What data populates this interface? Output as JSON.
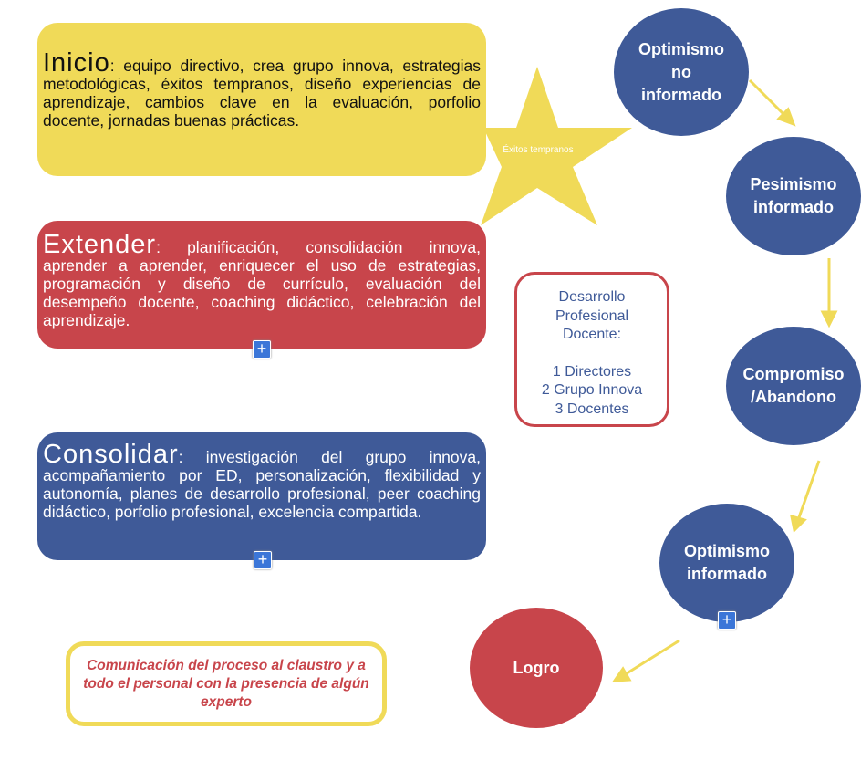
{
  "inicio": {
    "title": "Inicio",
    "text": ": equipo directivo, crea grupo innova, estrategias metodológicas, éxitos tempranos, diseño experiencias de aprendizaje, cambios clave en la evaluación, porfolio docente, jornadas buenas prácticas."
  },
  "star": {
    "label": "Éxitos tempranos"
  },
  "extender": {
    "title": "Extender",
    "text": ": planificación, consolidación innova, aprender a aprender, enriquecer el uso de estrategias, programación y diseño de currículo, evaluación del desempeño docente, coaching didáctico, celebración del aprendizaje."
  },
  "consolidar": {
    "title": "Consolidar",
    "text": ": investigación del grupo innova, acompañamiento por ED, personalización, flexibilidad y autonomía, planes de desarrollo profesional, peer coaching didáctico, porfolio profesional, excelencia compartida."
  },
  "desarrollo": {
    "title": "Desarrollo Profesional Docente:",
    "items": [
      "1 Directores",
      "2 Grupo Innova",
      "3 Docentes"
    ]
  },
  "comunicacion": "Comunicación del proceso al claustro y a todo el personal con la presencia de algún experto",
  "cycle": [
    "Optimismo no informado",
    "Pesimismo informado",
    "Compromiso /Abandono",
    "Optimismo informado",
    "Logro"
  ],
  "colors": {
    "yellow": "#f0da58",
    "red": "#c8454b",
    "blue": "#3f5a98"
  }
}
